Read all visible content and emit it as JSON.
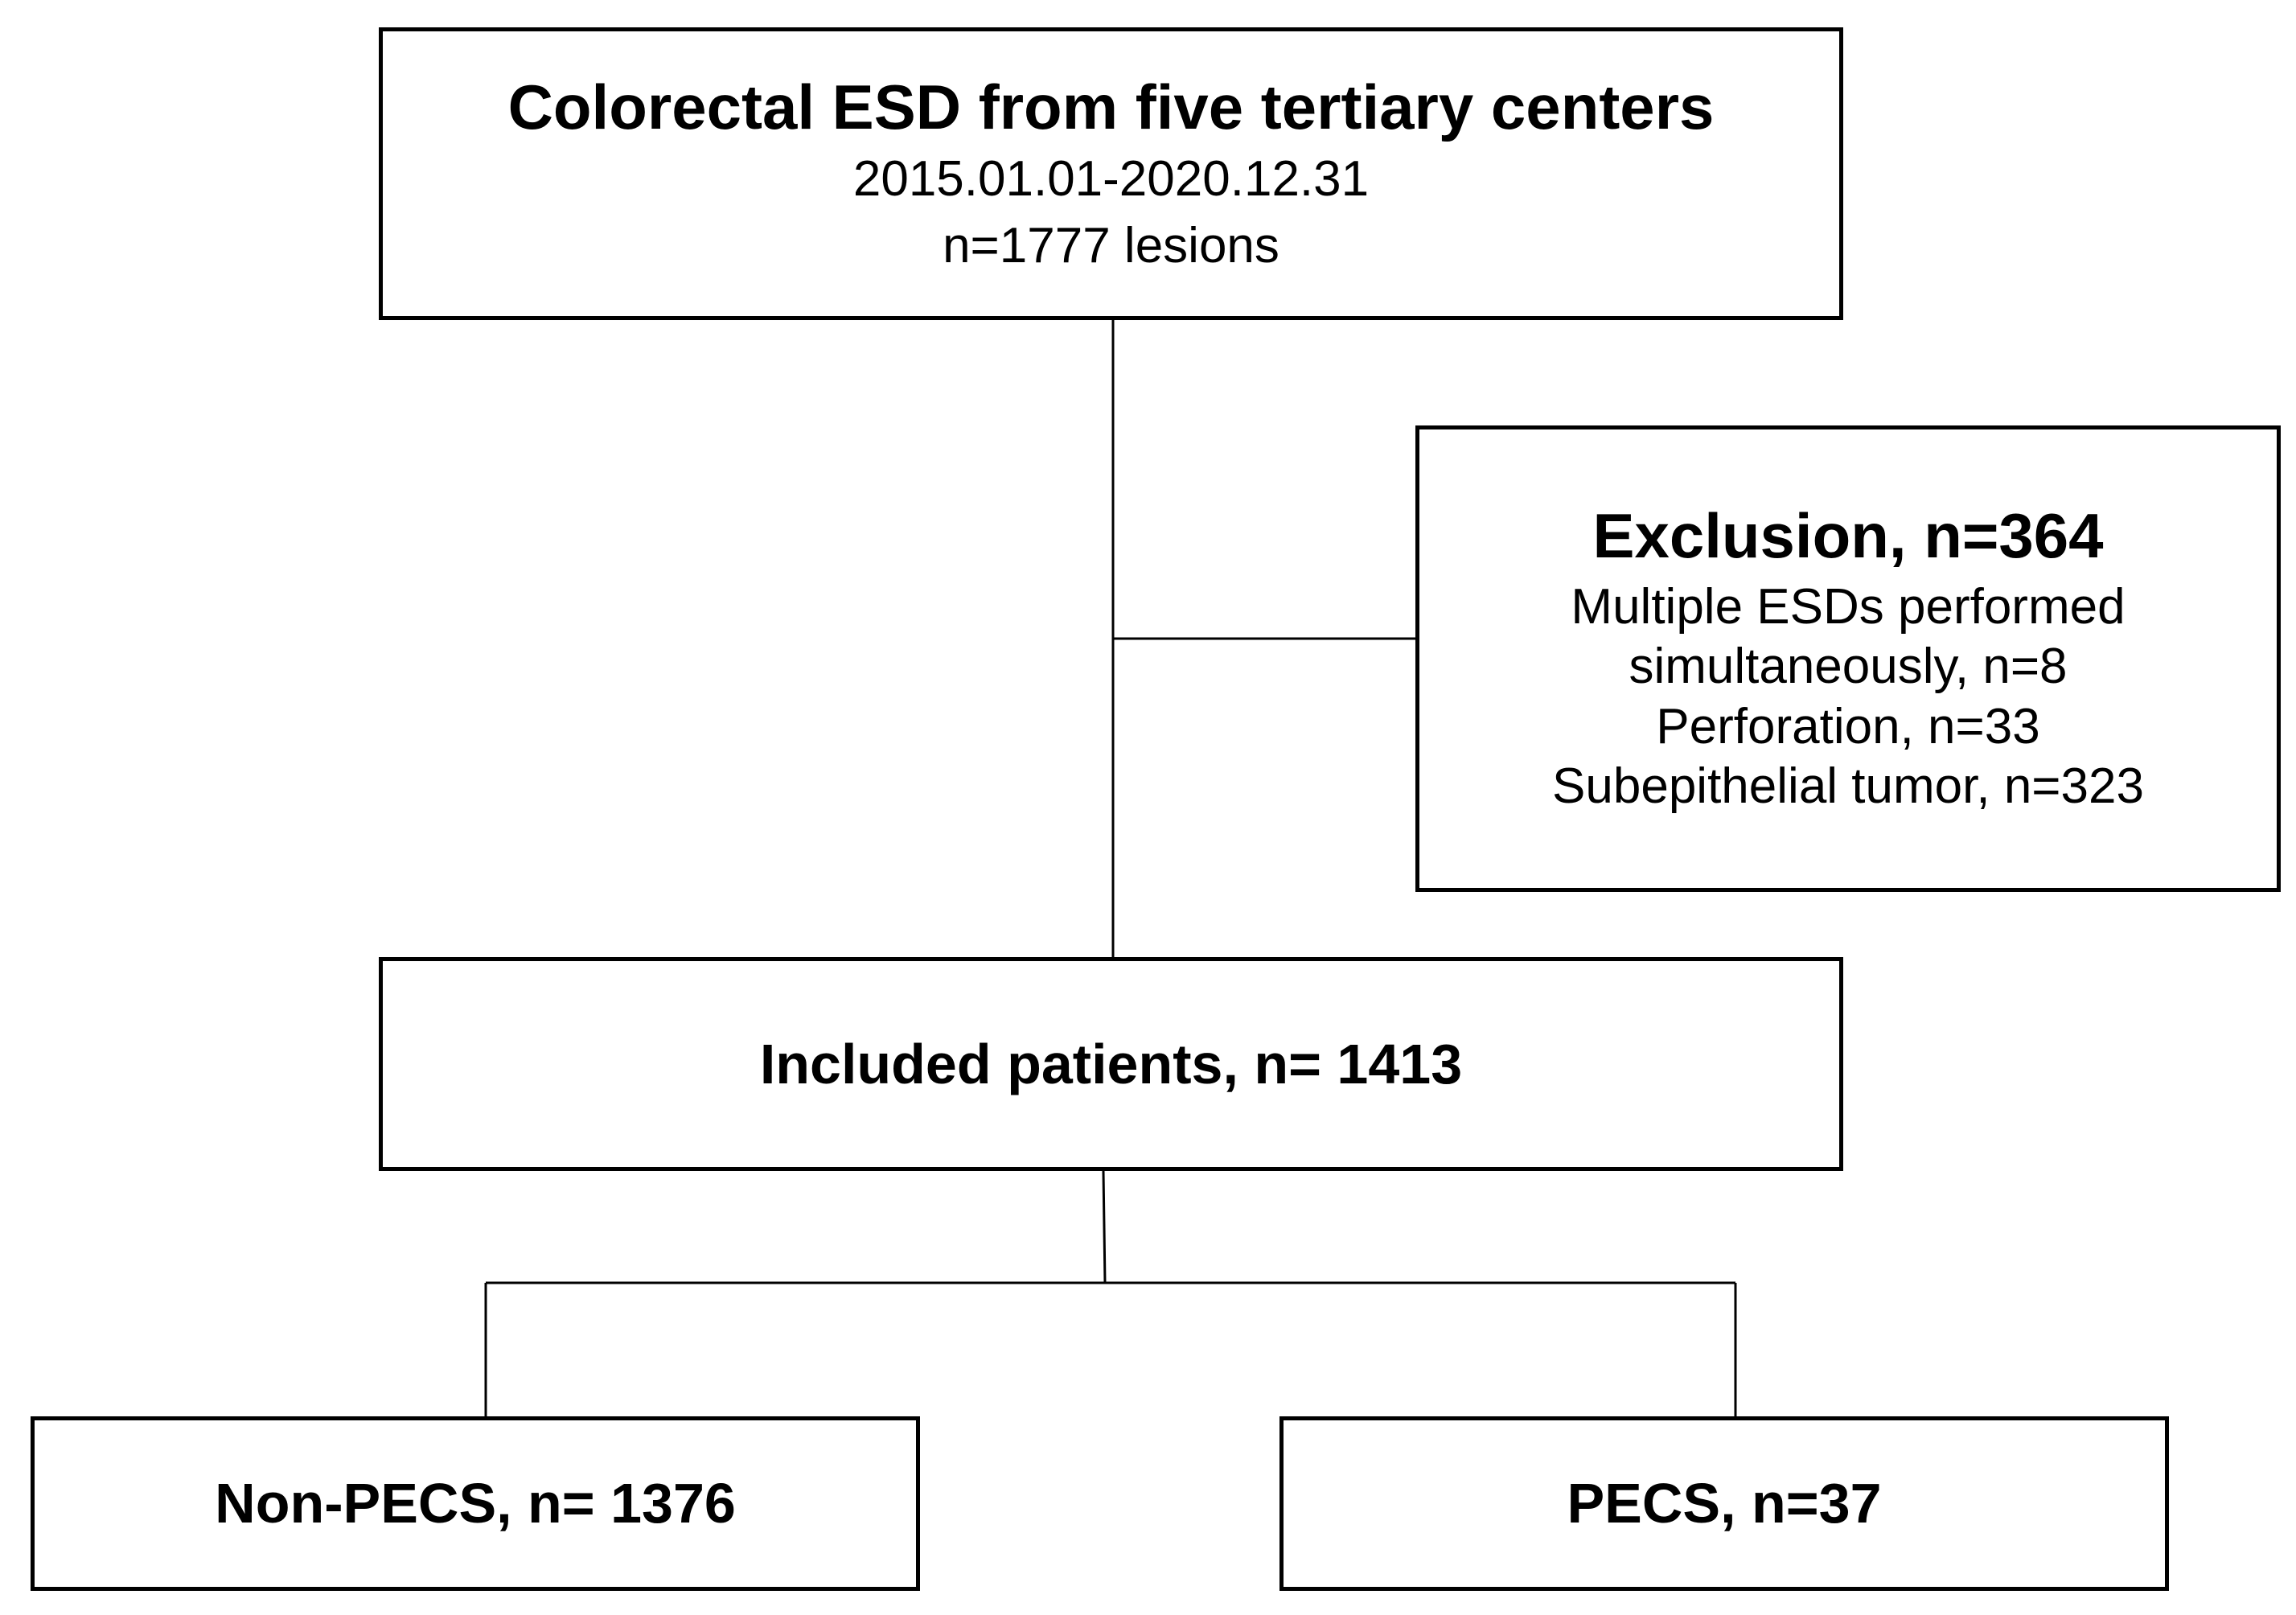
{
  "boxes": {
    "source": {
      "title": "Colorectal ESD from five tertiary centers",
      "period": "2015.01.01-2020.12.31",
      "count": "n=1777 lesions"
    },
    "exclusion": {
      "title": "Exclusion, n=364",
      "reasons": [
        "Multiple ESDs performed",
        "simultaneously, n=8",
        "Perforation, n=33",
        "Subepithelial tumor, n=323"
      ]
    },
    "included": {
      "title": "Included patients, n= 1413"
    },
    "non_pecs": {
      "title": "Non-PECS, n= 1376"
    },
    "pecs": {
      "title": "PECS, n=37"
    }
  }
}
